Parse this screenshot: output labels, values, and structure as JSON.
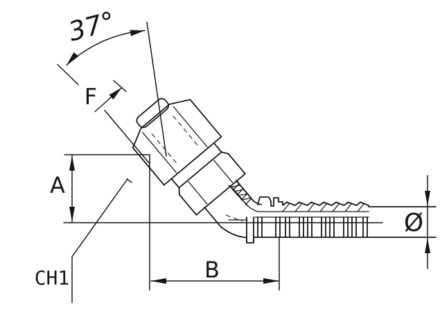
{
  "drawing": {
    "subject": "45-degree elbow hydraulic hose fitting with 37-degree flare female swivel nut and barbed hose tail, shown as a dimensioned technical line drawing",
    "background": "#ffffff",
    "line_color": "#161616",
    "labels": {
      "angle": "37°",
      "thread": "F",
      "height": "A",
      "chamfer": "CH1",
      "length": "B",
      "diameter": "Ø"
    }
  }
}
